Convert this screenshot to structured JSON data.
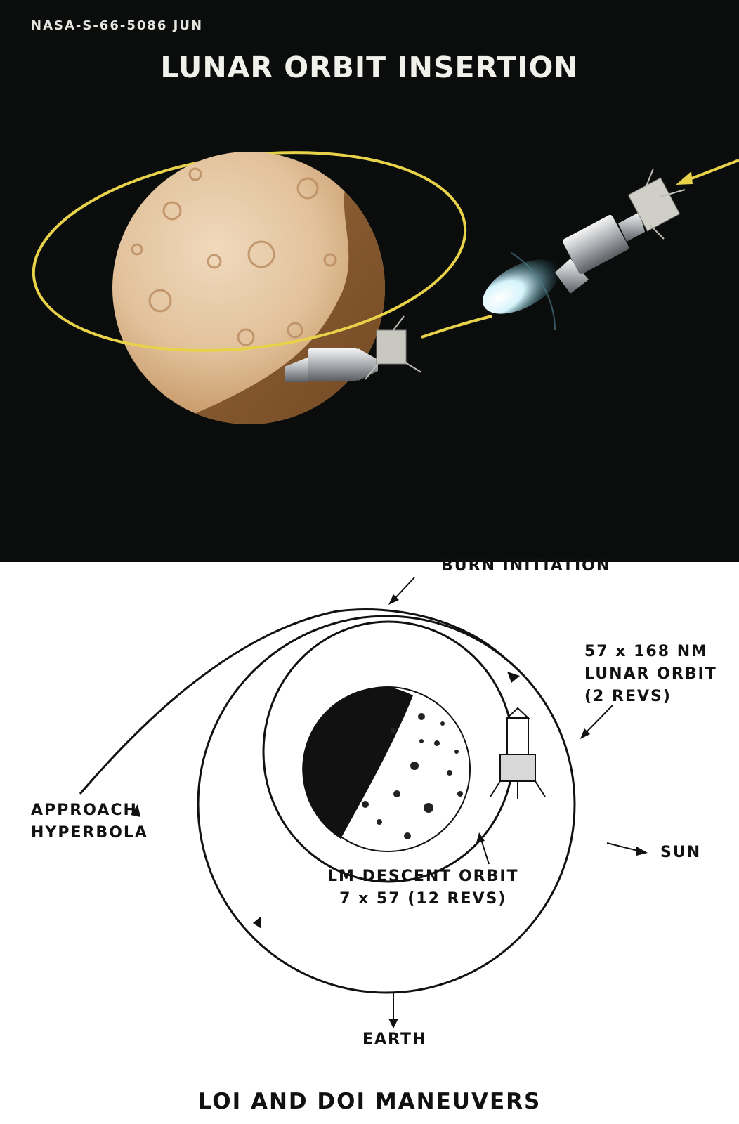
{
  "top": {
    "photo_id": "NASA-S-66-5086 JUN",
    "title": "LUNAR ORBIT INSERTION",
    "colors": {
      "background": "#0a0d0c",
      "orbit": "#e8d24a",
      "moon_light": "#e3c4a0",
      "moon_shadow": "#8a5a30",
      "engine_plume": "#bfe9f4"
    }
  },
  "bottom": {
    "labels": {
      "burn_initiation": "BURN INITIATION",
      "lunar_orbit": [
        "57 x 168 NM",
        "LUNAR ORBIT",
        "(2 REVS)"
      ],
      "approach": [
        "APPROACH",
        "HYPERBOLA"
      ],
      "sun": "SUN",
      "descent": [
        "LM DESCENT ORBIT",
        "7 x 57 (12 REVS)"
      ],
      "earth": "EARTH"
    },
    "caption": "LOI AND DOI MANEUVERS"
  }
}
